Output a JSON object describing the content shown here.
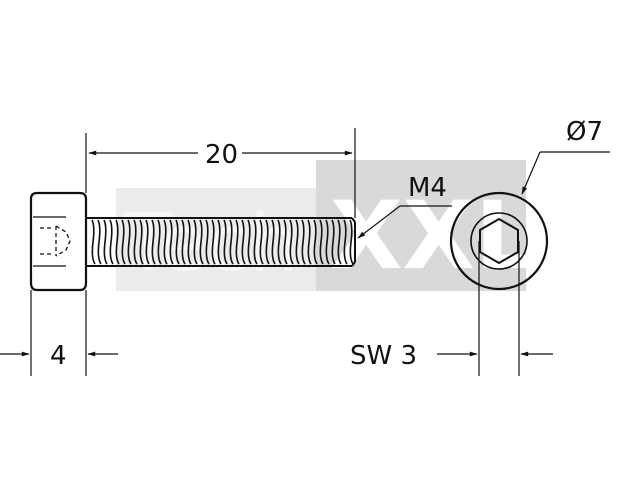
{
  "drawing": {
    "watermark": {
      "text_light": "Tech",
      "text_box": "XXL",
      "box_color": "#d9d9d9",
      "light_color": "#ececec"
    },
    "dimensions": {
      "length": "20",
      "thread": "M4",
      "head_height": "4",
      "head_diameter": "Ø7",
      "socket_size": "SW 3"
    }
  }
}
